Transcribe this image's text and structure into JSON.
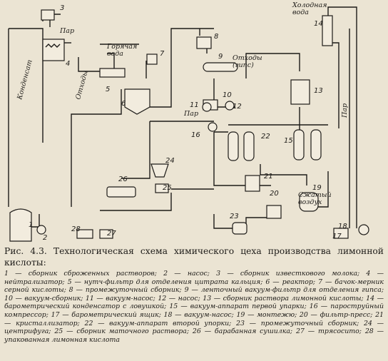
{
  "diagram": {
    "labels": {
      "steam": "Пар",
      "hot_water_1": "Горячая",
      "hot_water_2": "вода",
      "cold_water_1": "Холодная",
      "cold_water_2": "вода",
      "condensate": "Конденсат",
      "waste": "Отходы",
      "waste_gypsum_1": "Отходы",
      "waste_gypsum_2": "(гипс)",
      "compressed_air_1": "Сжатый",
      "compressed_air_2": "воздух"
    },
    "numbers": [
      "1",
      "2",
      "3",
      "4",
      "5",
      "6",
      "7",
      "8",
      "9",
      "10",
      "11",
      "12",
      "13",
      "14",
      "15",
      "16",
      "17",
      "18",
      "19",
      "20",
      "21",
      "22",
      "23",
      "24",
      "25",
      "26",
      "27",
      "28"
    ]
  },
  "caption": {
    "title": "Рис. 4.3. Технологическая схема химического цеха производства лимонной кислоты:",
    "legend": "1 — сборник сброженных растворов; 2 — насос; 3 — сборник известкового молока; 4 — нейтрализатор; 5 — нутч-фильтр для отделения цитрата кальция; 6 — реактор; 7 — бачок-мерник серной кислоты; 8 — промежуточный сборник; 9 — ленточный вакуум-фильтр для отделения гипса; 10 — вакуум-сборник; 11 — вакуум-насос; 12 — насос; 13 — сборник раствора лимонной кислоты; 14 — барометрический конденсатор с ловушкой; 15 — вакуум-аппарат первой упарки; 16 — пароструйный компрессор; 17 — барометрический ящик; 18 — вакуум-насос; 19 — монтежю; 20 — фильтр-пресс; 21 — кристаллизатор; 22 — вакуум-аппарат второй упорки; 23 — промежуточный сборник; 24 — центрифуга; 25 — сборник маточного раствора; 26 — барабанная сушилка; 27 — трясосито; 28 — упакованная лимонная кислота"
  }
}
